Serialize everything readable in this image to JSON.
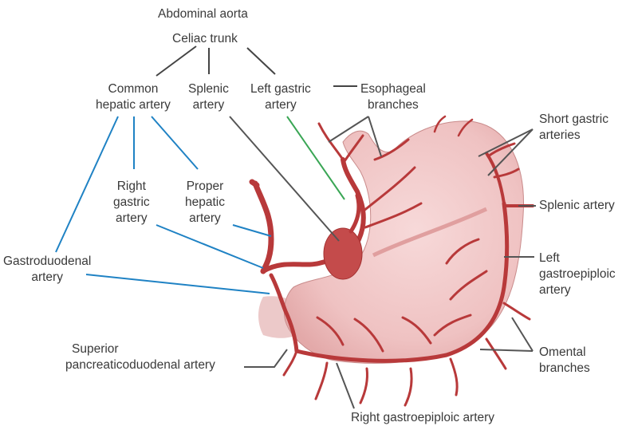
{
  "labels": {
    "abdominal_aorta": "Abdominal aorta",
    "celiac_trunk": "Celiac trunk",
    "common_hepatic": [
      "Common",
      "hepatic artery"
    ],
    "splenic": [
      "Splenic",
      "artery"
    ],
    "left_gastric": [
      "Left gastric",
      "artery"
    ],
    "esophageal": [
      "Esophageal",
      "branches"
    ],
    "short_gastric": [
      "Short gastric",
      "arteries"
    ],
    "right_gastric": [
      "Right",
      "gastric",
      "artery"
    ],
    "proper_hepatic": [
      "Proper",
      "hepatic",
      "artery"
    ],
    "splenic_artery_right": "Splenic artery",
    "gastroduodenal": [
      "Gastroduodenal",
      "artery"
    ],
    "left_gastroepiploic": [
      "Left",
      "gastroepiploic",
      "artery"
    ],
    "superior_pd": [
      "Superior",
      "pancreaticoduodenal artery"
    ],
    "omental": [
      "Omental",
      "branches"
    ],
    "right_gastroepiploic": "Right gastroepiploic artery"
  },
  "colors": {
    "stomach_fill": "#f1c6c6",
    "artery": "#b8393a",
    "leader_blue": "#1f82c4",
    "leader_green": "#3aa655",
    "leader_gray": "#555555"
  }
}
